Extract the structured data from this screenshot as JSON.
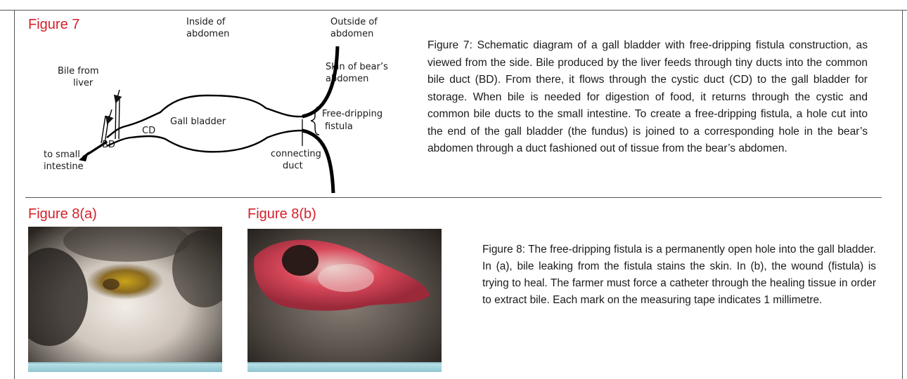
{
  "figure7": {
    "title": "Figure 7",
    "caption": "Figure 7: Schematic diagram of a gall bladder with free-dripping fistula construction, as viewed from the side. Bile produced by the liver feeds through tiny ducts into the common bile duct (BD). From there, it flows through the cystic duct (CD) to the gall bladder for storage. When bile is needed for digestion of food, it returns through the cystic and common bile ducts to the small intestine. To create a free-dripping fistula, a hole cut into the end of the gall bladder (the fundus) is joined to a corresponding hole in the bear’s abdomen through a duct fashioned out of tissue from the bear’s abdomen.",
    "diagram": {
      "inside_1": "Inside of",
      "inside_2": "abdomen",
      "outside_1": "Outside of",
      "outside_2": "abdomen",
      "skin_1": "Skin of bear’s",
      "skin_2": "abdomen",
      "bile_1": "Bile from",
      "bile_2": "liver",
      "gall_bladder": "Gall bladder",
      "cd": "CD",
      "bd": "BD",
      "fistula_1": "Free-dripping",
      "fistula_2": "fistula",
      "small_1": "to small",
      "small_2": "intestine",
      "connecting_1": "connecting",
      "connecting_2": "duct"
    }
  },
  "figure8a": {
    "title": "Figure 8(a)"
  },
  "figure8b": {
    "title": "Figure 8(b)"
  },
  "figure8": {
    "caption": "Figure 8: The free-dripping fistula is a permanently open hole into the gall bladder. In (a), bile leaking from the fistula stains the skin. In (b), the wound (fistula) is trying to heal. The farmer must force a catheter through the healing tissue in order to extract bile. Each mark on the measuring tape indicates 1 millimetre."
  },
  "colors": {
    "title_red": "#d4202a",
    "tape_blue": "#9fd0da"
  }
}
